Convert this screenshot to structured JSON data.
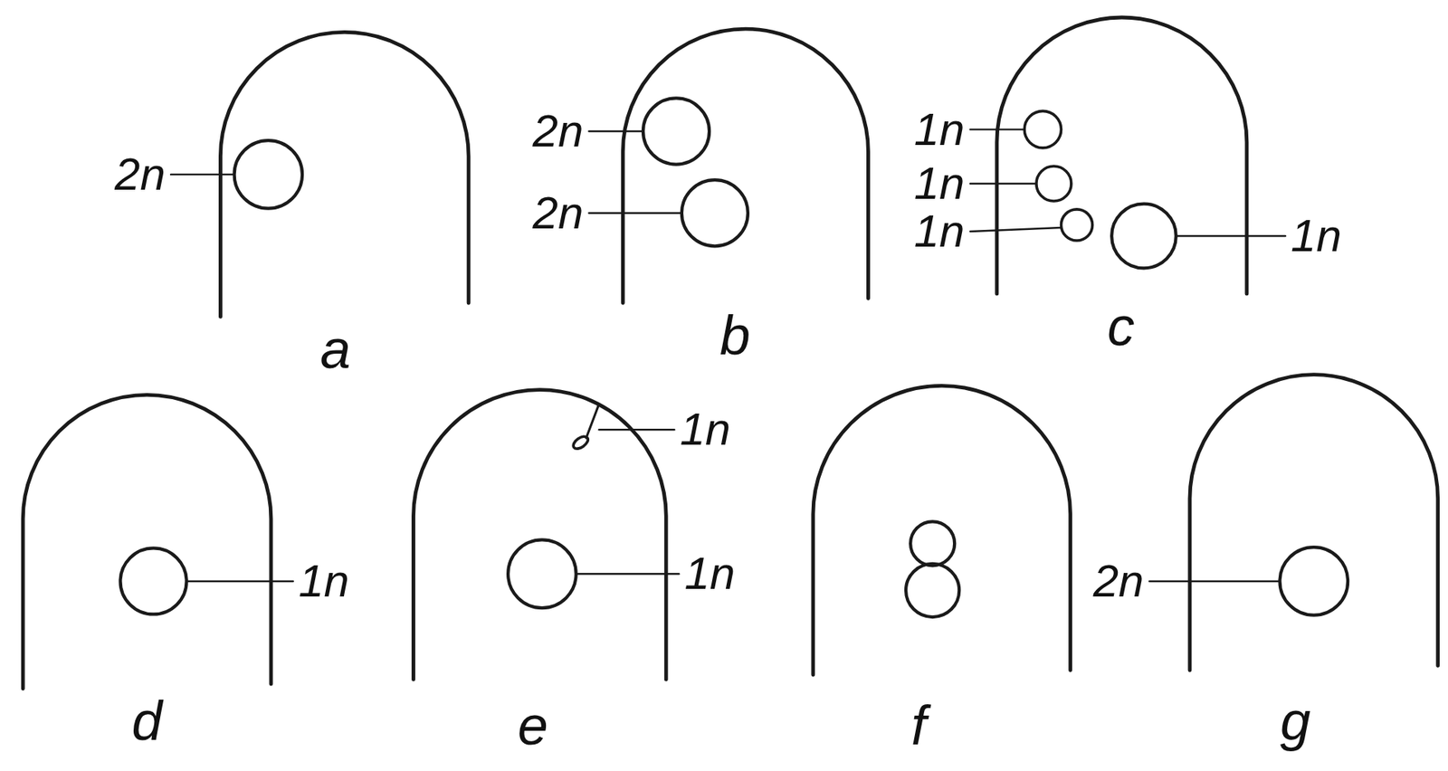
{
  "diagram": {
    "labels": [
      "2n",
      "a",
      "2n",
      "2n",
      "b",
      "1n",
      "1n",
      "1n",
      "1n",
      "c",
      "1n",
      "d",
      "1n",
      "1n",
      "e",
      "f",
      "2n",
      "g"
    ]
  }
}
